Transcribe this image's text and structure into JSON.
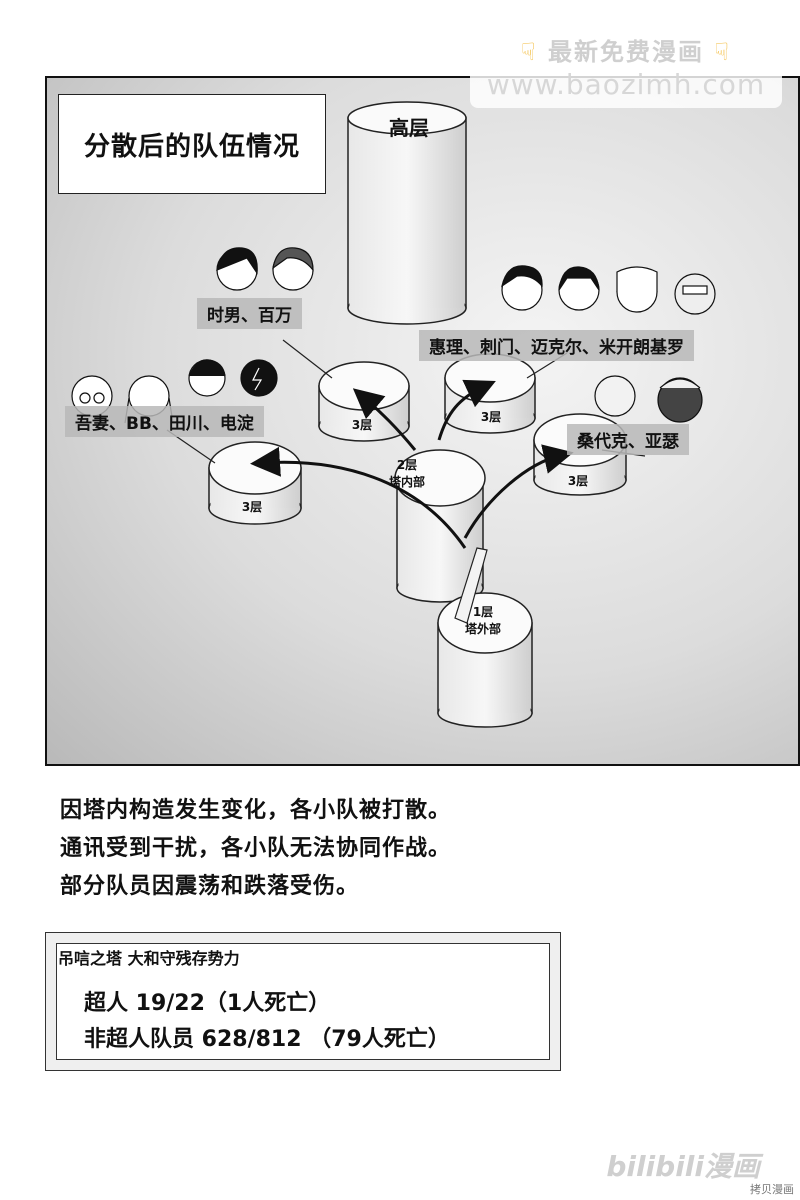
{
  "watermark": {
    "title": "最新免费漫画",
    "url": "www.baozimh.com",
    "icon_left": "pointing-down-hand-icon",
    "icon_right": "pointing-down-hand-icon"
  },
  "panel": {
    "title": "分散后的队伍情况",
    "top_tower_label": "高层",
    "cylinders": {
      "floor2": {
        "line1": "2层",
        "line2": "塔内部"
      },
      "floor1": {
        "line1": "1层",
        "line2": "塔外部"
      },
      "left_floor3": "3层",
      "upper_left_floor3": "3层",
      "upper_mid_floor3": "3层",
      "right_floor3": "3层"
    },
    "teams": {
      "upper_left": "时男、百万",
      "upper_right": "惠理、刺门、迈克尔、米开朗基罗",
      "left": "吾妻、BB、田川、电淀",
      "right": "桑代克、亚瑟"
    }
  },
  "story_lines": [
    "因塔内构造发生变化，各小队被打散。",
    "通讯受到干扰，各小队无法协同作战。",
    "部分队员因震荡和跌落受伤。"
  ],
  "stats": {
    "title": "吊唁之塔 大和守残存势力",
    "line1": "超人 19/22（1人死亡）",
    "line2": "非超人队员 628/812 （79人死亡）"
  },
  "footer": {
    "logo": "bilibili漫画",
    "sub": "拷贝漫画"
  }
}
